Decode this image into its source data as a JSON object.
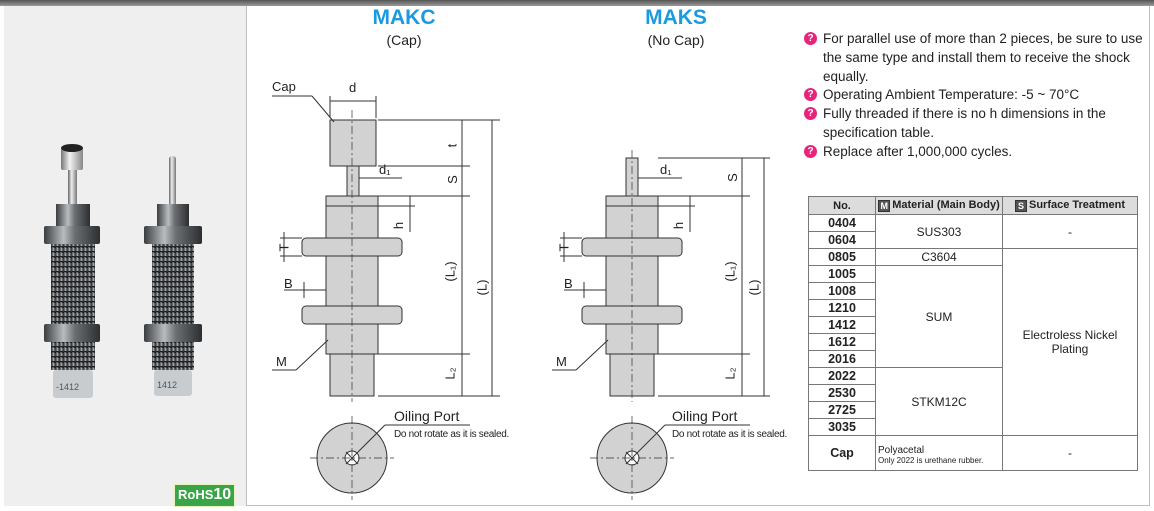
{
  "badge": {
    "rohs_text": "RoHS",
    "rohs_num": "10"
  },
  "makc": {
    "title": "MAKC",
    "subtitle": "(Cap)",
    "labels": {
      "cap": "Cap",
      "d": "d",
      "d1": "d₁",
      "t": "t",
      "s": "S",
      "h": "h",
      "T": "T",
      "B": "B",
      "L1": "(L₁)",
      "L": "(L)",
      "M": "M",
      "L2": "L₂"
    },
    "oiling_title": "Oiling Port",
    "oiling_note": "Do not rotate as it is sealed."
  },
  "maks": {
    "title": "MAKS",
    "subtitle": "(No Cap)",
    "labels": {
      "d1": "d₁",
      "s": "S",
      "h": "h",
      "T": "T",
      "B": "B",
      "L1": "(L₁)",
      "L": "(L)",
      "M": "M",
      "L2": "L₂"
    },
    "oiling_title": "Oiling Port",
    "oiling_note": "Do not rotate as it is sealed."
  },
  "notes": [
    "For parallel use of more than 2 pieces, be sure to use the same type and install them to receive the shock equally.",
    "Operating Ambient Temperature: -5 ~ 70°C",
    "Fully threaded if there is no h dimensions in the specification table.",
    "Replace after 1,000,000 cycles."
  ],
  "table": {
    "headers": {
      "no": "No.",
      "material_badge": "M",
      "material": "Material (Main Body)",
      "surface_badge": "S",
      "surface": "Surface Treatment"
    },
    "rows": [
      {
        "no": "0404"
      },
      {
        "no": "0604"
      },
      {
        "no": "0805"
      },
      {
        "no": "1005"
      },
      {
        "no": "1008"
      },
      {
        "no": "1210"
      },
      {
        "no": "1412"
      },
      {
        "no": "1612"
      },
      {
        "no": "2016"
      },
      {
        "no": "2022"
      },
      {
        "no": "2530"
      },
      {
        "no": "2725"
      },
      {
        "no": "3035"
      }
    ],
    "materials": {
      "sus303": "SUS303",
      "c3604": "C3604",
      "sum": "SUM",
      "stkm12c": "STKM12C"
    },
    "surfaces": {
      "dash1": "-",
      "nickel": "Electroless Nickel Plating",
      "dash2": "-"
    },
    "cap_row": {
      "no": "Cap",
      "material": "Polyacetal",
      "material_note": "Only 2022 is urethane rubber.",
      "surface": "-"
    }
  }
}
